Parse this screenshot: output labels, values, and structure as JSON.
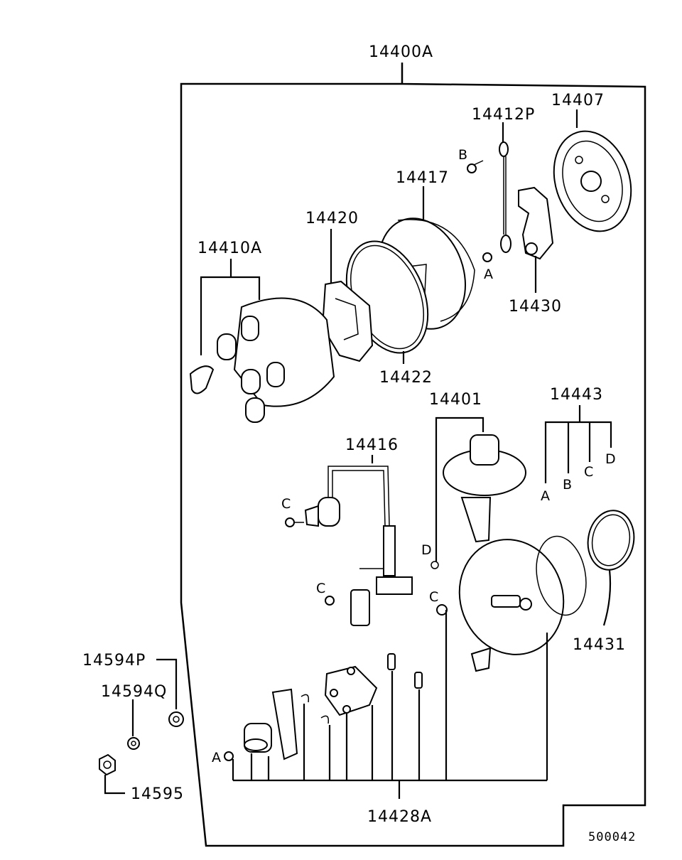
{
  "diagram": {
    "assembly_label": "14400A",
    "figure_code": "500042",
    "parts": {
      "p14412P": "14412P",
      "p14407": "14407",
      "p14417": "14417",
      "p14420": "14420",
      "p14410A": "14410A",
      "p14430": "14430",
      "p14422": "14422",
      "p14401": "14401",
      "p14443": "14443",
      "p14416": "14416",
      "p14431": "14431",
      "p14594P": "14594P",
      "p14594Q": "14594Q",
      "p14595": "14595",
      "p14428A": "14428A"
    },
    "letters": {
      "B_top": "B",
      "A_top": "A",
      "A_14443": "A",
      "B_14443": "B",
      "C_14443": "C",
      "D_14443": "D",
      "C_coil": "C",
      "C_module": "C",
      "D_clip": "D",
      "C_screw": "C",
      "A_bottom": "A"
    }
  }
}
